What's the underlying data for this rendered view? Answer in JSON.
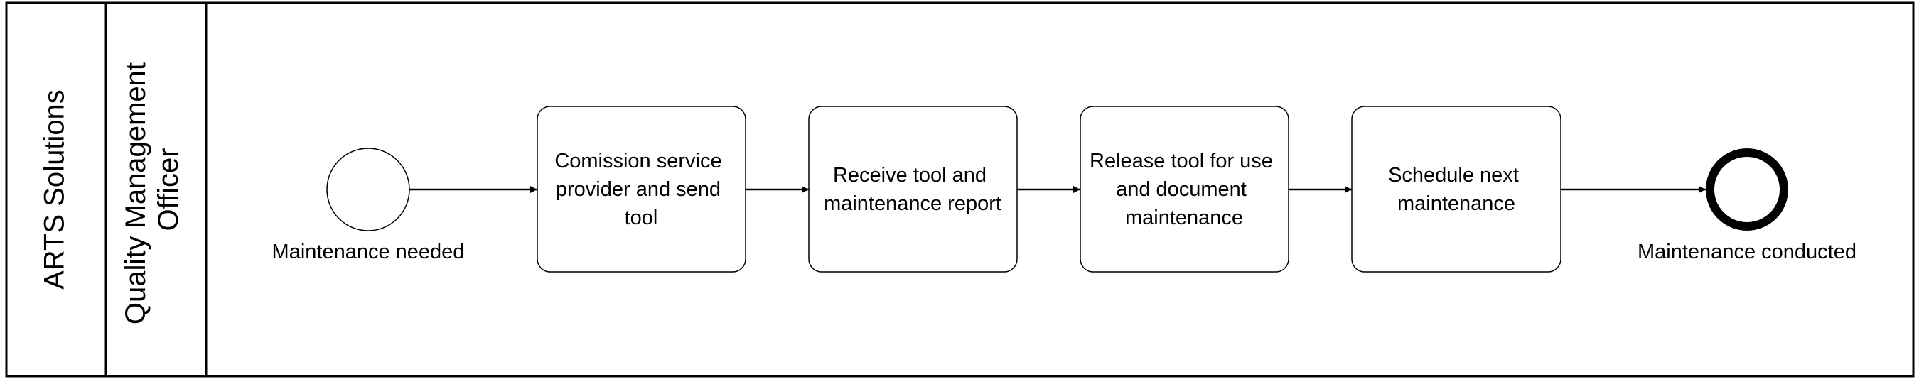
{
  "pool": {
    "label": "ARTS Solutions"
  },
  "lane": {
    "label_lines": [
      "Quality Management",
      "Officer"
    ]
  },
  "start_event": {
    "label": "Maintenance needed"
  },
  "tasks": [
    {
      "lines": [
        "Comission service",
        "provider and send",
        "tool"
      ]
    },
    {
      "lines": [
        "Receive tool and",
        "maintenance report"
      ]
    },
    {
      "lines": [
        "Release tool for use",
        "and document",
        "maintenance"
      ]
    },
    {
      "lines": [
        "Schedule next",
        "maintenance"
      ]
    }
  ],
  "end_event": {
    "label": "Maintenance conducted"
  }
}
